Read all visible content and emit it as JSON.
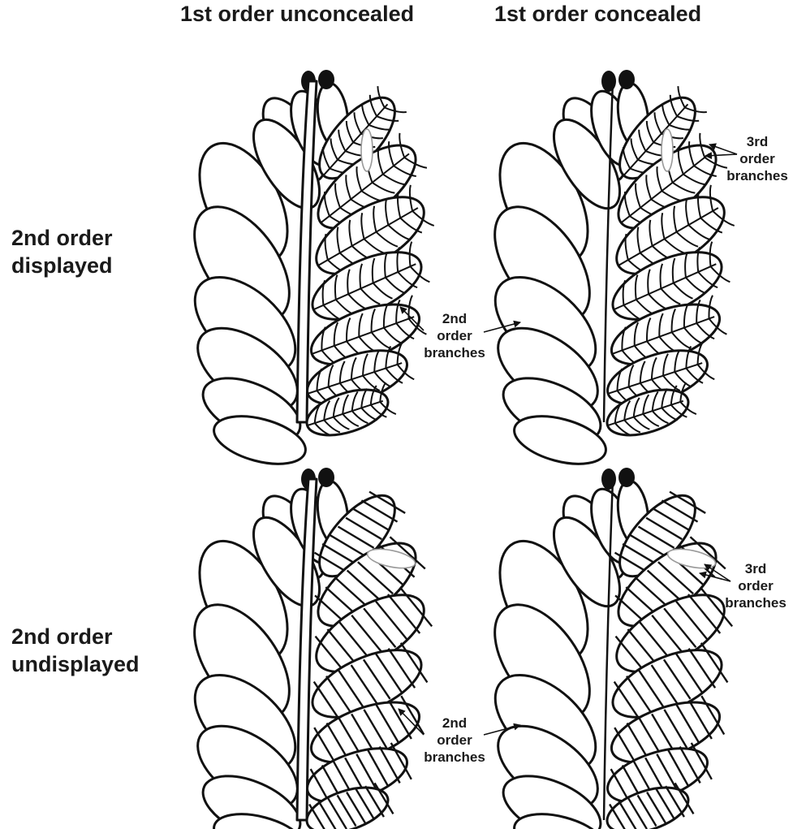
{
  "columns": {
    "unconcealed": "1st order unconcealed",
    "concealed": "1st order concealed"
  },
  "rows": {
    "displayed": [
      "2nd order",
      "displayed"
    ],
    "undisplayed": [
      "2nd order",
      "undisplayed"
    ]
  },
  "labels": {
    "second_order": [
      "2nd",
      "order",
      "branches"
    ],
    "third_order": [
      "3rd",
      "order",
      "branches"
    ]
  },
  "colors": {
    "line": "#111111",
    "background": "#ffffff",
    "hatch_highlight": "#9a9a9a"
  }
}
